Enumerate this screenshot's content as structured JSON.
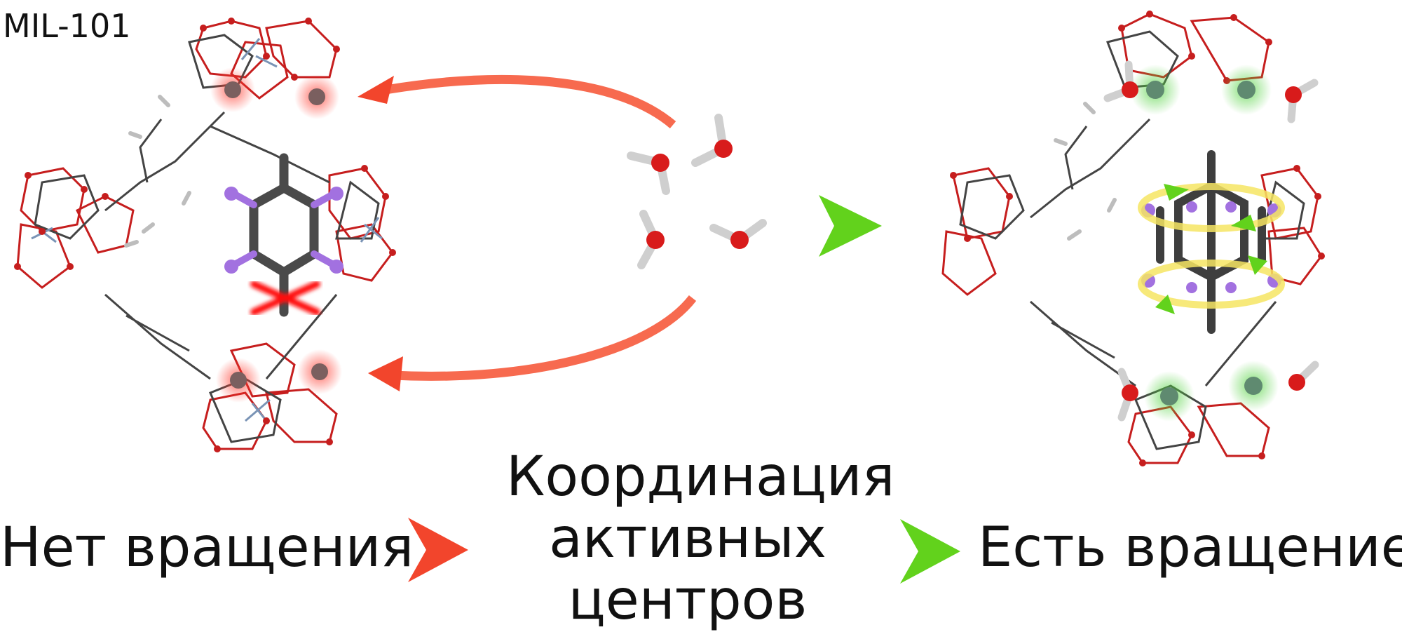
{
  "labels": {
    "mof": "MIL-101",
    "left_caption": "Нет вращения",
    "center_caption_line1": "Координация",
    "center_caption_line2": "активных",
    "center_caption_line3": "центров",
    "right_caption": "Есть вращение!"
  },
  "colors": {
    "blocked_arrow": "#f2452c",
    "enabled_arrow": "#62d21c",
    "flow_arrow": "#f76a4f",
    "oxygen": "#d81b1b",
    "carbon": "#555555",
    "hydrogen": "#bdbdbd",
    "fluorine": "#a271e0",
    "metal": "#6f8fb0",
    "rotation_ring": "#f6e563",
    "inactive_site_glow": "#ff5a4a",
    "active_site_glow": "#6fd85a",
    "block_cross": "#ff1111"
  },
  "icons": [
    "red-cross-icon",
    "red-arrow-icon",
    "green-arrow-icon",
    "rotation-arrow-icon"
  ]
}
